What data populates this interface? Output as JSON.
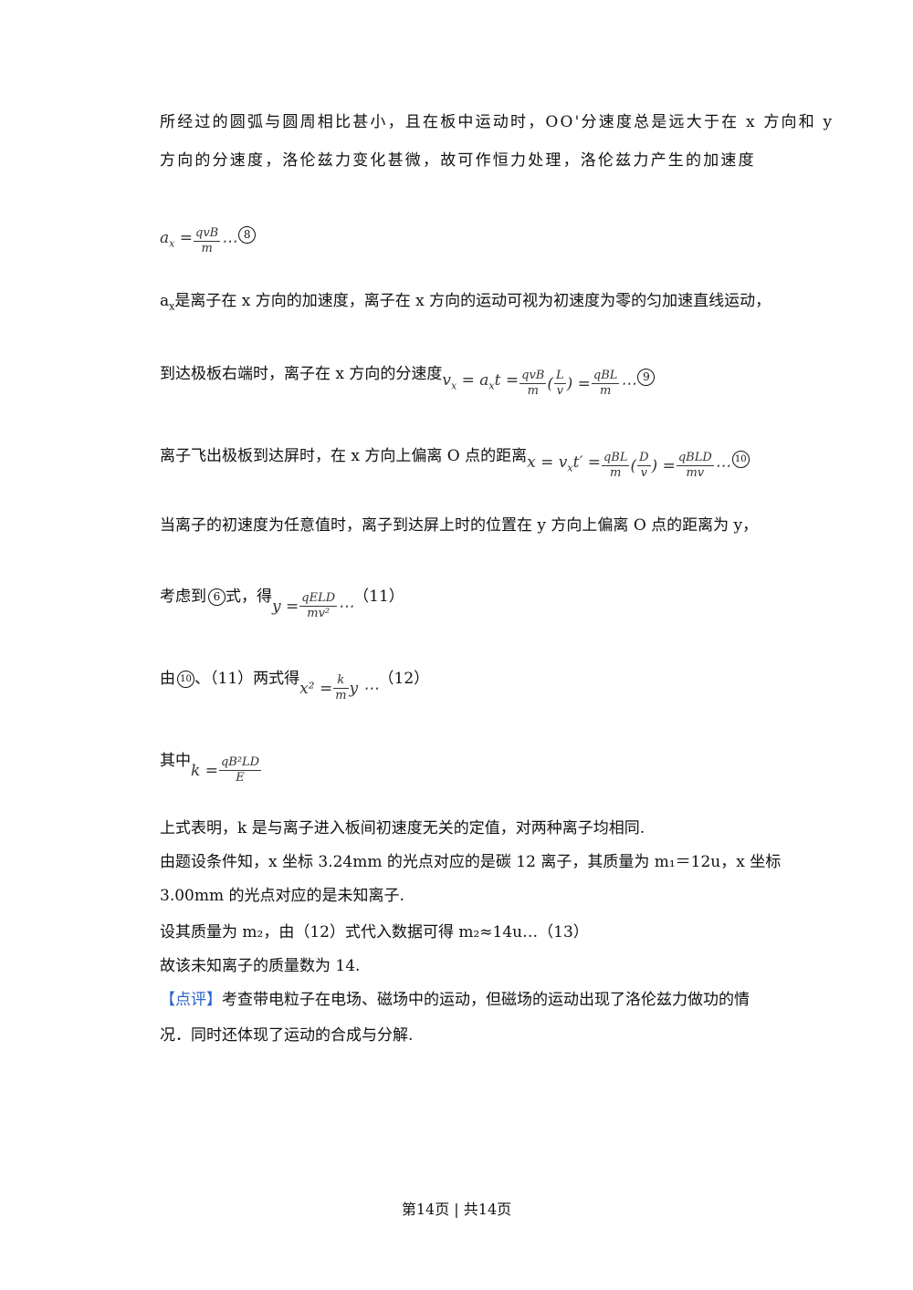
{
  "lines": {
    "l1": "所经过的圆弧与圆周相比甚小，且在板中运动时，OO'分速度总是远大于在 x 方向和 y",
    "l2": "方向的分速度，洛伦兹力变化甚微，故可作恒力处理，洛伦兹力产生的加速度",
    "l4a": "a",
    "l4sub": "x",
    "l4b": "是离子在 x 方向的加速度，离子在 x 方向的运动可视为初速度为零的匀加速直线运动，",
    "l5": "到达极板右端时，离子在 x 方向的分速度",
    "l6": "离子飞出极板到达屏时，在 x 方向上偏离 O 点的距离",
    "l7": "当离子的初速度为任意值时，离子到达屏上时的位置在 y 方向上偏离 O 点的距离为 y，",
    "l8a": "考虑到",
    "l8b": "式，得",
    "l9a": "由",
    "l9b": "、（11）两式得",
    "l10": "其中",
    "l11": "上式表明，k 是与离子进入板间初速度无关的定值，对两种离子均相同.",
    "l12": "由题设条件知，x 坐标 3.24mm 的光点对应的是碳 12 离子，其质量为 m₁＝12u，x 坐标",
    "l13": "3.00mm 的光点对应的是未知离子.",
    "l14": "设其质量为 m₂，由（12）式代入数据可得 m₂≈14u…（13）",
    "l15": "故该未知离子的质量数为 14.",
    "l16a": "【点评】",
    "l16b": "考查带电粒子在电场、磁场中的运动，但磁场的运动出现了洛伦兹力做功的情",
    "l17": "况．同时还体现了运动的合成与分解."
  },
  "eq": {
    "e8_lhs": "a",
    "e8_sub": "x",
    "e8_eq": " = ",
    "e8_num": "qvB",
    "e8_den": "m",
    "e8_dots": "⋯",
    "e8_mark": "8",
    "e9_lhs": "v",
    "e9_sub": "x",
    "e9_mid": " = a",
    "e9_sub2": "x",
    "e9_t": "t = ",
    "e9_n1": "qvB",
    "e9_d1": "m",
    "e9_lp": "(",
    "e9_n2": "L",
    "e9_d2": "v",
    "e9_rp": ") = ",
    "e9_n3": "qBL",
    "e9_d3": "m",
    "e9_dots": "⋯",
    "e9_mark": "9",
    "e10_lhs": "x = v",
    "e10_sub": "x",
    "e10_t": "t′ = ",
    "e10_n1": "qBL",
    "e10_d1": "m",
    "e10_lp": "(",
    "e10_n2": "D",
    "e10_d2": "v",
    "e10_rp": ") = ",
    "e10_n3": "qBLD",
    "e10_d3": "mv",
    "e10_dots": "⋯",
    "e10_mark": "10",
    "ref6": "6",
    "e11_lhs": "y = ",
    "e11_num": "qELD",
    "e11_den": "mv²",
    "e11_dots": "⋯",
    "e11_tag": "（11）",
    "ref10": "10",
    "e12_lhs": "x² = ",
    "e12_num": "k",
    "e12_den": "m",
    "e12_y": "y ⋯",
    "e12_tag": "（12）",
    "ek_lhs": "k = ",
    "ek_num": "qB²LD",
    "ek_den": "E"
  },
  "footer": "第14页 | 共14页"
}
